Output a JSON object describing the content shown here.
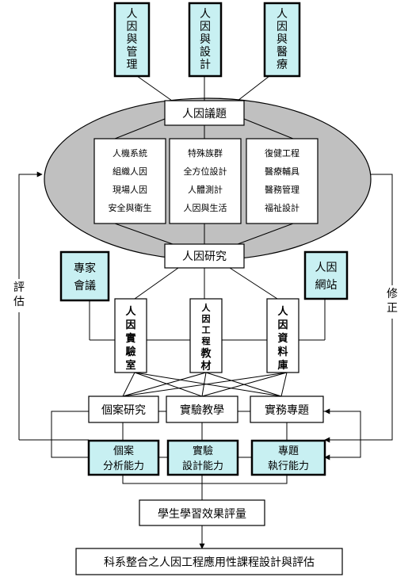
{
  "top_topics": [
    {
      "chars": [
        "人",
        "因",
        "與",
        "管",
        "理"
      ]
    },
    {
      "chars": [
        "人",
        "因",
        "與",
        "設",
        "計"
      ]
    },
    {
      "chars": [
        "人",
        "因",
        "與",
        "醫",
        "療"
      ]
    }
  ],
  "issues_title": "人因議題",
  "issue_groups": [
    {
      "items": [
        "人機系統",
        "組織人因",
        "現場人因",
        "安全與衛生"
      ]
    },
    {
      "items": [
        "特殊族群",
        "全方位設計",
        "人體測計",
        "人因與生活"
      ]
    },
    {
      "items": [
        "復健工程",
        "醫療輔具",
        "醫務管理",
        "福祉設計"
      ]
    }
  ],
  "research_title": "人因研究",
  "expert_meeting": {
    "lines": [
      "專家",
      "會議"
    ]
  },
  "website": {
    "lines": [
      "人因",
      "網站"
    ]
  },
  "left_side_label": {
    "chars": [
      "評",
      "估"
    ]
  },
  "right_side_label": {
    "chars": [
      "修",
      "正"
    ]
  },
  "resources": [
    {
      "chars": [
        "人",
        "因",
        "實",
        "驗",
        "室"
      ]
    },
    {
      "chars": [
        "人",
        "因",
        "工",
        "程",
        "教",
        "材"
      ]
    },
    {
      "chars": [
        "人",
        "因",
        "資",
        "料",
        "庫"
      ]
    }
  ],
  "activities": [
    "個案研究",
    "實驗教學",
    "實務專題"
  ],
  "abilities": [
    {
      "lines": [
        "個案",
        "分析能力"
      ]
    },
    {
      "lines": [
        "實驗",
        "設計能力"
      ]
    },
    {
      "lines": [
        "專題",
        "執行能力"
      ]
    }
  ],
  "evaluation": "學生學習效果評量",
  "final_title": "科系整合之人因工程應用性課程設計與評估",
  "colors": {
    "ellipse": "#c0c0c0",
    "teal_fill": "#c8f0f2",
    "line": "#000000"
  }
}
